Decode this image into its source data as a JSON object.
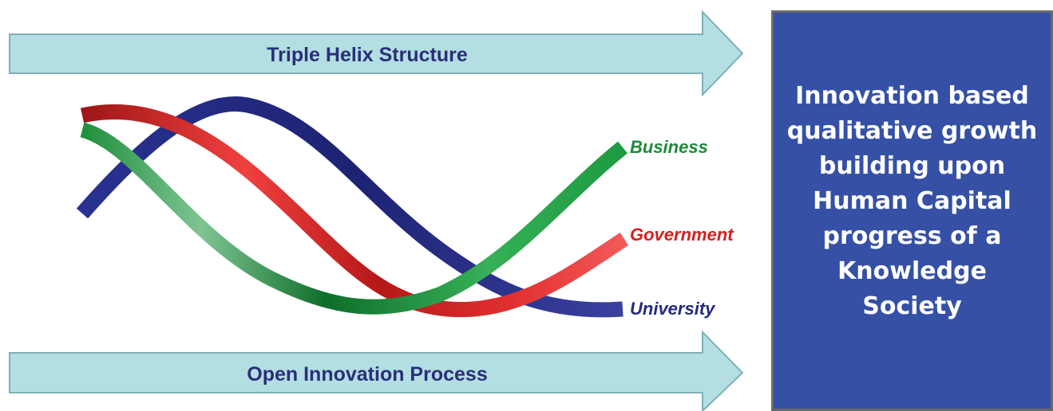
{
  "top_arrow": {
    "label": "Triple Helix Structure"
  },
  "bottom_arrow": {
    "label": "Open Innovation Process"
  },
  "helix": {
    "business": {
      "label": "Business",
      "color": "#1e8a3a"
    },
    "government": {
      "label": "Government",
      "color": "#d42020"
    },
    "university": {
      "label": "University",
      "color": "#252a80"
    }
  },
  "outcome_box": {
    "text": "Innovation based\nqualitative growth\nbuilding upon\nHuman Capital\nprogress of a\nKnowledge\nSociety",
    "background": "#3550a5"
  }
}
